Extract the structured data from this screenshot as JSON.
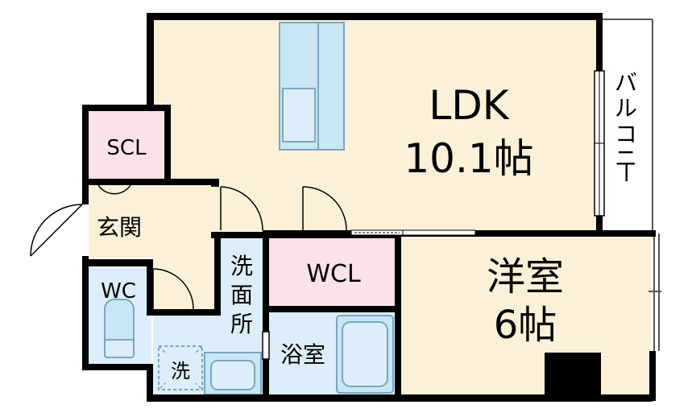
{
  "rooms": {
    "ldk": {
      "name": "LDK",
      "size": "10.1帖"
    },
    "western": {
      "name": "洋室",
      "size": "6帖"
    },
    "scl": {
      "name": "SCL"
    },
    "wcl": {
      "name": "WCL"
    },
    "entrance": {
      "name": "玄関"
    },
    "wc": {
      "name": "WC"
    },
    "washroom": {
      "chars": [
        "洗",
        "面",
        "所"
      ]
    },
    "bath": {
      "name": "浴室"
    },
    "balcony": {
      "chars": [
        "バ",
        "ル",
        "コ",
        "ニ",
        "ー"
      ]
    },
    "washer": {
      "name": "洗"
    }
  },
  "colors": {
    "wall": "#000000",
    "ldk_floor": "#fbf1d8",
    "scl_floor": "#fbe1ea",
    "wcl_floor": "#fbe1ea",
    "wet_floor": "#dbeef9",
    "fixture": "#c9e6f4",
    "fixture_stroke": "#7aa6c0",
    "balcony_floor": "#ffffff"
  }
}
